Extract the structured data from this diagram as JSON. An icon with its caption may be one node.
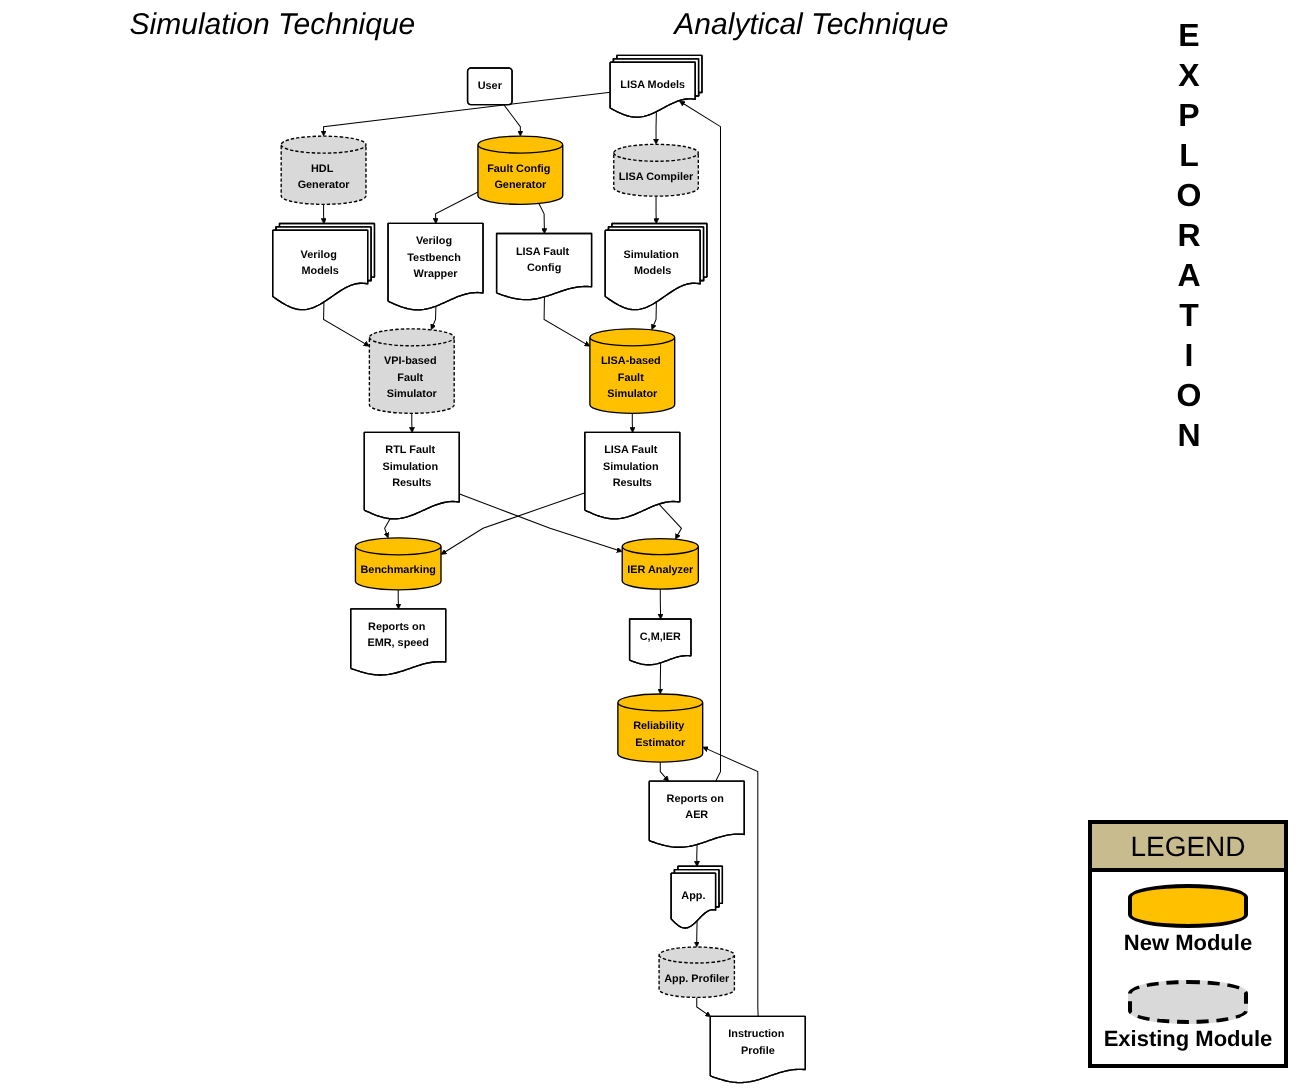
{
  "diagram": {
    "nodes": [
      {
        "text": [
          "LISA Models"
        ]
      },
      {
        "text": [
          "HDL Generator"
        ]
      },
      {
        "text": [
          "User"
        ]
      },
      {
        "text": [
          "LISA Compiler"
        ]
      },
      {
        "text": [
          "Verilog Models"
        ]
      },
      {
        "text": [
          "Fault Config Generator"
        ]
      },
      {
        "text": [
          "Simulation Models"
        ]
      },
      {
        "text": [
          "VPI-based Fault Simulator"
        ]
      },
      {
        "text": [
          "Verilog Testbench Wrapper"
        ]
      },
      {
        "text": [
          "LISA Fault Config"
        ]
      },
      {
        "text": [
          "LISA-based Fault Simulator"
        ]
      },
      {
        "text": [
          "RTL Fault Simulation Results"
        ]
      },
      {
        "text": [
          "Benchmarking"
        ]
      },
      {
        "text": [
          "LISA Fault Simulation Results"
        ]
      },
      {
        "text": [
          "Reports on EMR, speed"
        ]
      },
      {
        "text": [
          "App."
        ]
      },
      {
        "text": [
          "App. Profiler"
        ]
      },
      {
        "text": [
          "Instruction Profile"
        ]
      },
      {
        "text": [
          "Reliability Estimator"
        ]
      },
      {
        "text": [
          "Reports on AER"
        ]
      },
      {
        "text": [
          "C,M,IER"
        ]
      },
      {
        "text": [
          "IER Analyzer"
        ]
      }
    ],
    "edges": [
      {
        "from": 0,
        "to": 1,
        "arrow": "to"
      },
      {
        "from": 0,
        "to": 3,
        "arrow": "to"
      },
      {
        "from": 1,
        "to": 4,
        "arrow": "to"
      },
      {
        "from": 3,
        "to": 6,
        "arrow": "to"
      },
      {
        "from": 4,
        "to": 7,
        "arrow": "to"
      },
      {
        "from": 2,
        "to": 5,
        "arrow": "to"
      },
      {
        "from": 5,
        "to": 8,
        "arrow": "to"
      },
      {
        "from": 5,
        "to": 9,
        "arrow": "to"
      },
      {
        "from": 8,
        "to": 7,
        "arrow": "to"
      },
      {
        "from": 9,
        "to": 10,
        "arrow": "to"
      },
      {
        "from": 6,
        "to": 10,
        "arrow": "to"
      },
      {
        "from": 7,
        "to": 11,
        "arrow": "to"
      },
      {
        "from": 10,
        "to": 13,
        "arrow": "to"
      },
      {
        "from": 11,
        "to": 12,
        "arrow": "to"
      },
      {
        "from": 13,
        "to": 12,
        "arrow": "to"
      },
      {
        "from": 12,
        "to": 14,
        "arrow": "to"
      },
      {
        "from": 15,
        "to": 16,
        "arrow": "to"
      },
      {
        "from": 16,
        "to": 17,
        "arrow": "to"
      },
      {
        "from": 17,
        "to": 18,
        "arrow": "to"
      },
      {
        "from": 18,
        "to": 19,
        "arrow": "to"
      },
      {
        "from": 20,
        "to": 18,
        "arrow": "to"
      },
      {
        "from": 21,
        "to": 20,
        "arrow": "to"
      },
      {
        "from": 11,
        "to": 21,
        "arrow": "to"
      },
      {
        "from": 13,
        "to": 21,
        "arrow": "to"
      },
      {
        "from": 19,
        "to": 0,
        "arrow": "to"
      },
      {
        "from": 19,
        "to": 15,
        "arrow": "to"
      }
    ],
    "labels": [
      "Simulation Technique",
      "Analytical Technique",
      "EXPLORATION",
      "LEGEND"
    ],
    "legend": [
      {
        "text": "New Module",
        "color": "#ffc000"
      },
      {
        "text": "Existing Module",
        "color": "#d9d9d9"
      }
    ]
  }
}
